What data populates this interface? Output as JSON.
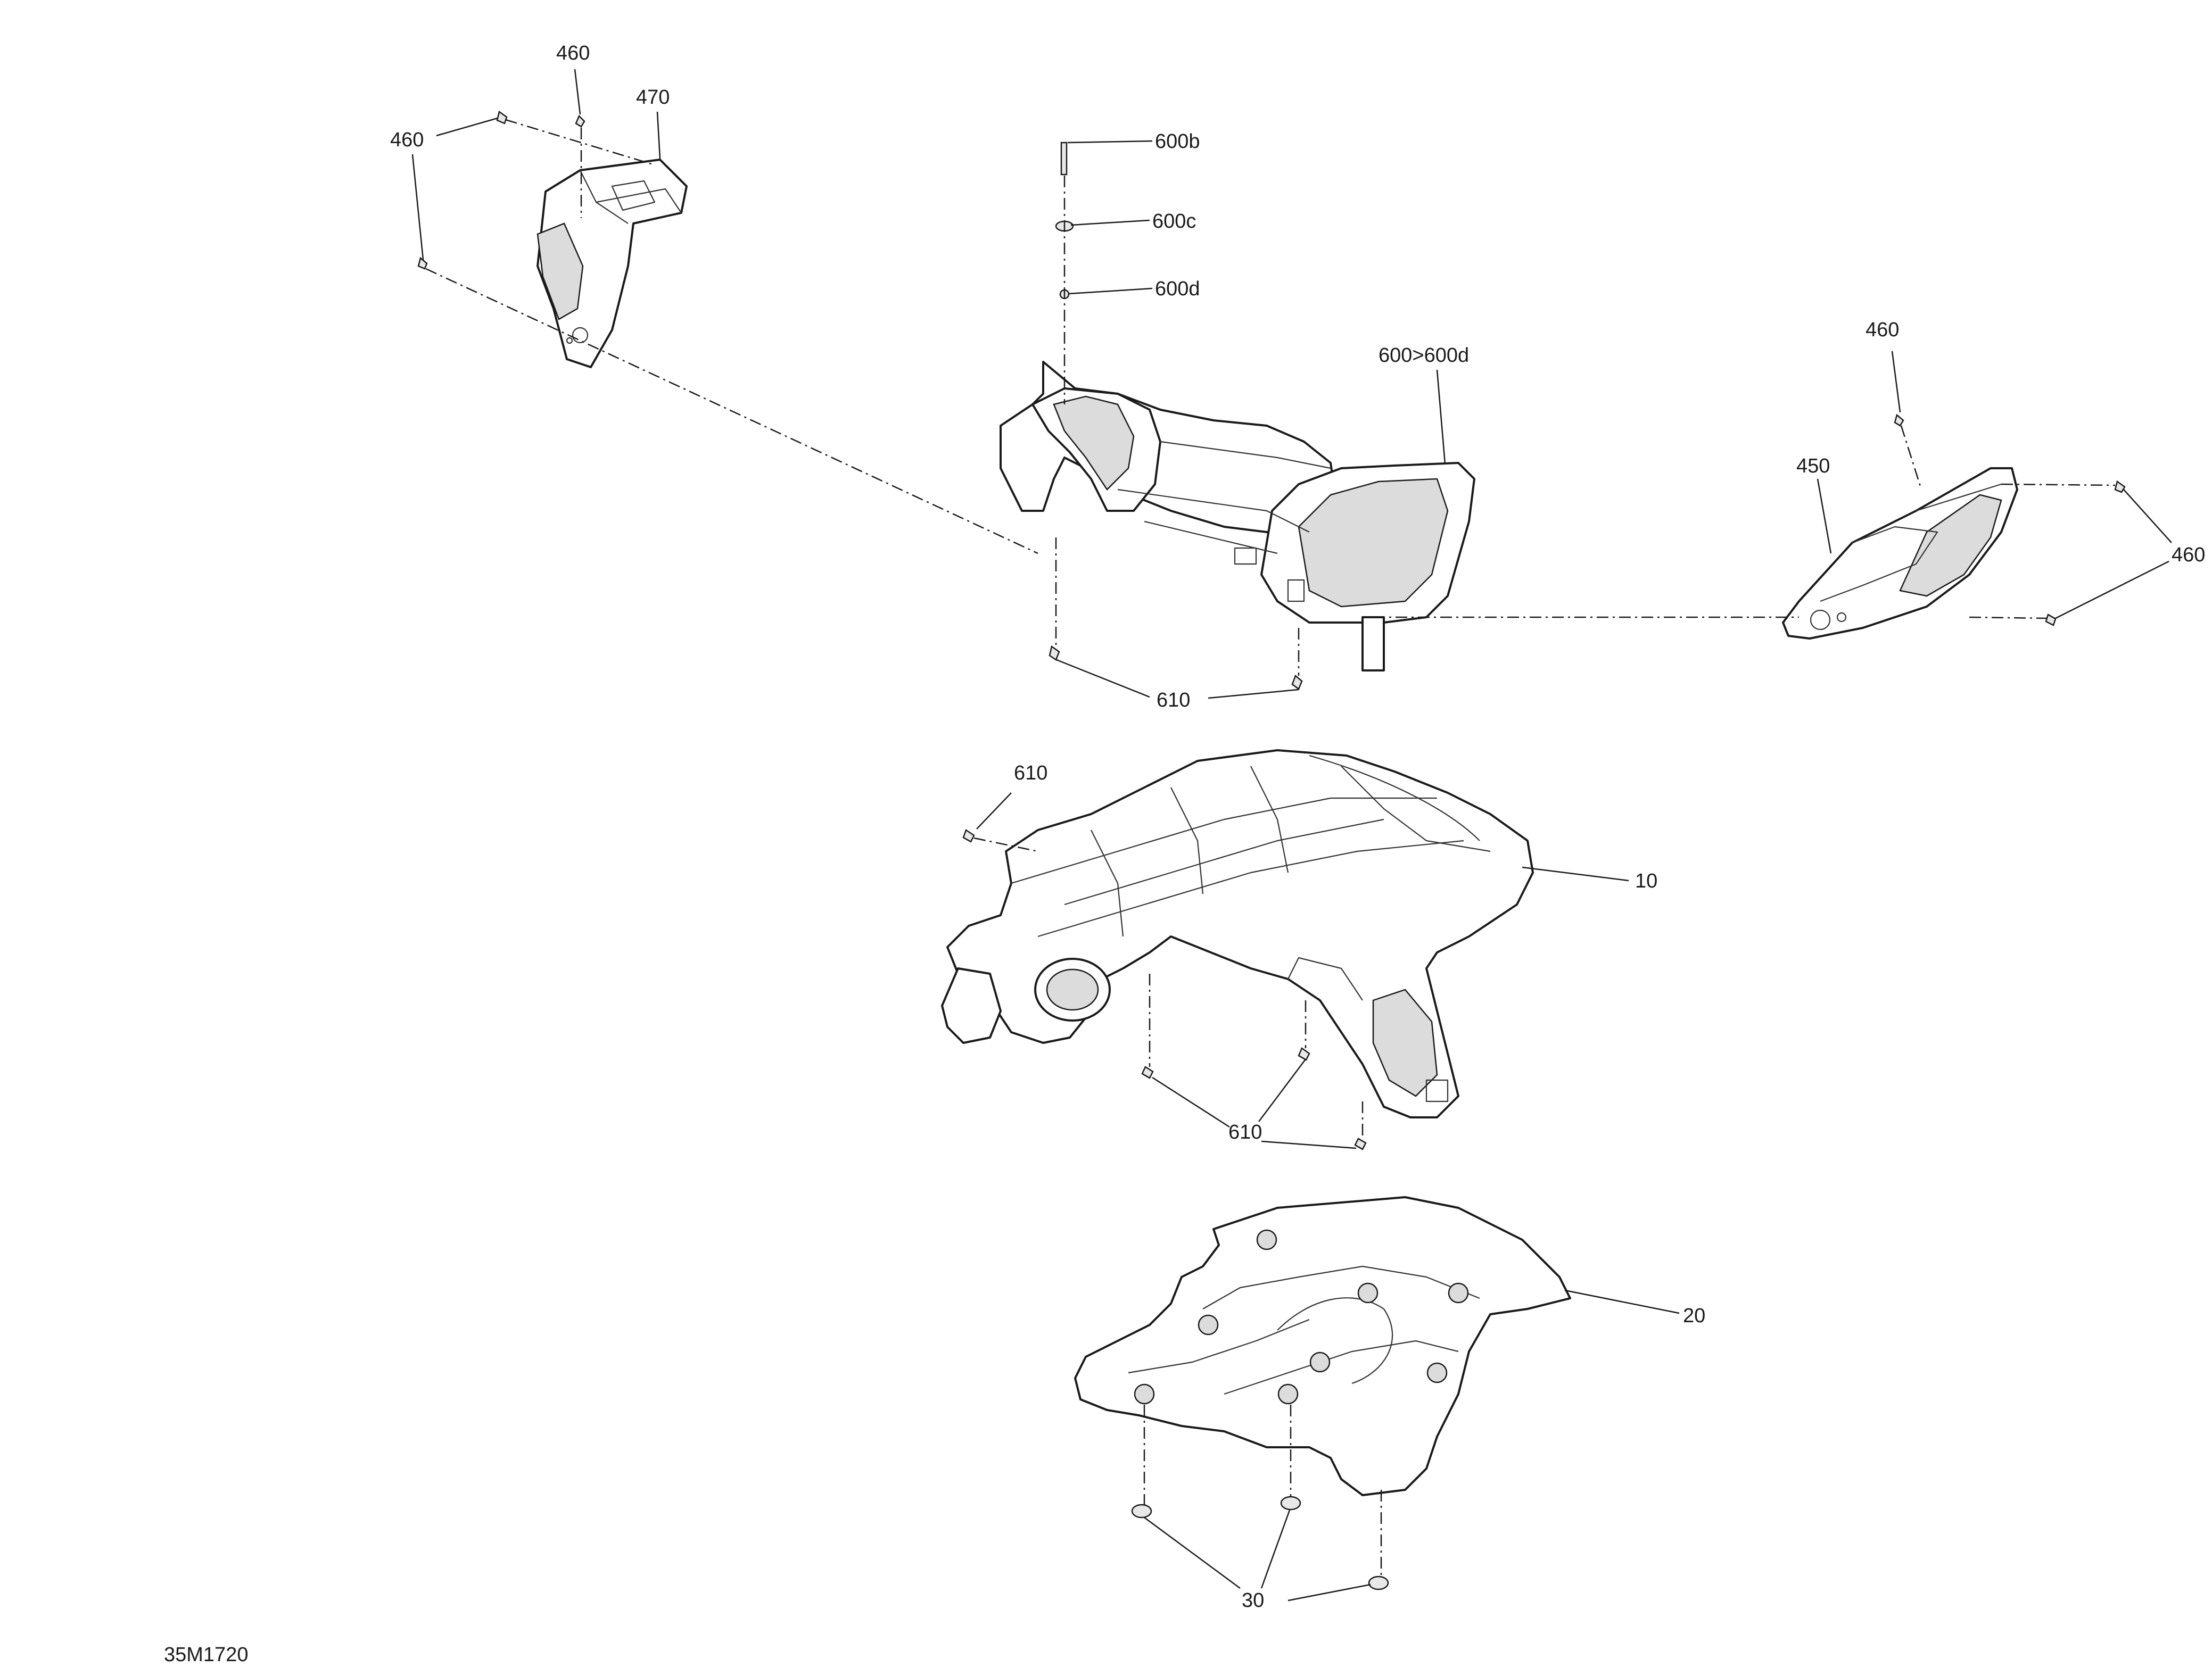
{
  "figure_id": "35M1720",
  "callouts": {
    "c460_top": "460",
    "c470": "470",
    "c460_left": "460",
    "c600b": "600b",
    "c600c": "600c",
    "c600d": "600d",
    "c600_range": "600>600d",
    "c460_right_top": "460",
    "c450": "450",
    "c460_right": "460",
    "c610_upper": "610",
    "c610_side": "610",
    "c10": "10",
    "c610_lower": "610",
    "c20": "20",
    "c30": "30"
  }
}
